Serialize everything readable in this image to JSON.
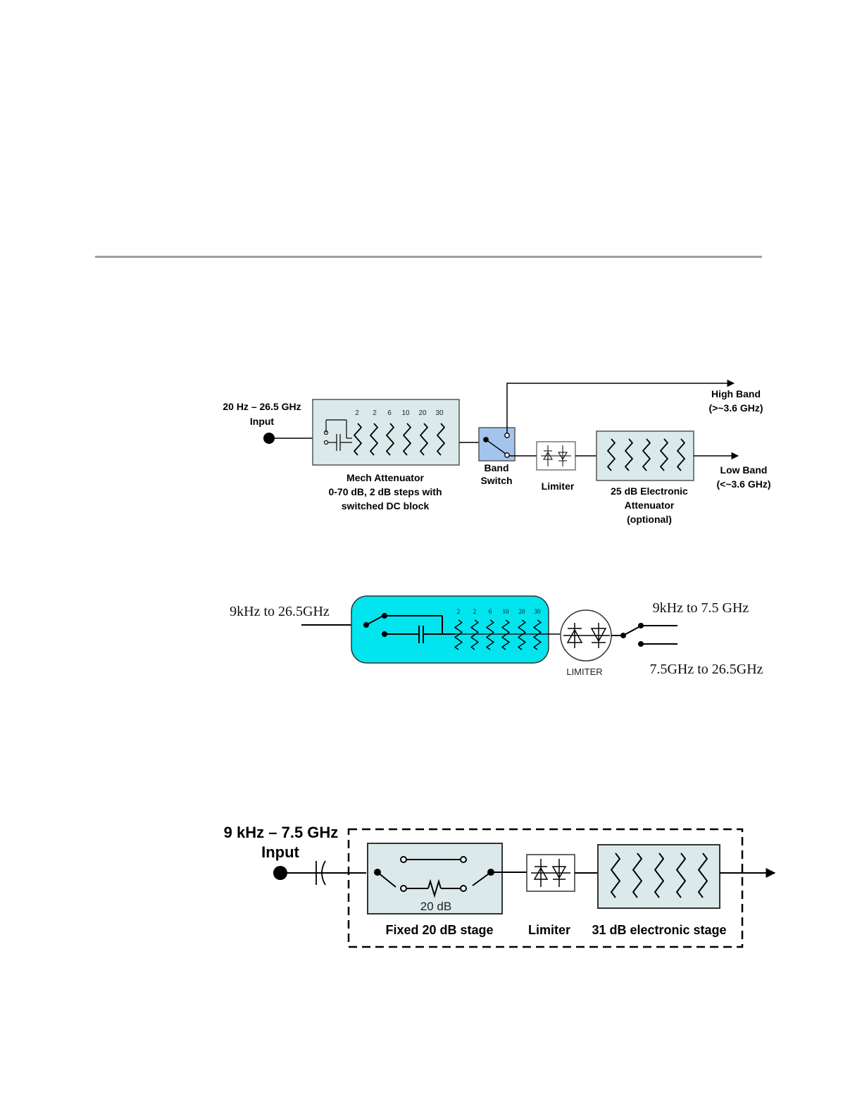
{
  "diagram1": {
    "input_label_line1": "20 Hz – 26.5 GHz",
    "input_label_line2": "Input",
    "attenuator_steps": [
      "2",
      "2",
      "6",
      "10",
      "20",
      "30"
    ],
    "mech_attenuator_line1": "Mech Attenuator",
    "mech_attenuator_line2": "0-70 dB, 2 dB steps with",
    "mech_attenuator_line3": "switched DC block",
    "band_switch_line1": "Band",
    "band_switch_line2": "Switch",
    "limiter": "Limiter",
    "electronic_line1": "25 dB Electronic",
    "electronic_line2": "Attenuator",
    "electronic_line3": "(optional)",
    "high_band_line1": "High Band",
    "high_band_line2": "(>~3.6 GHz)",
    "low_band_line1": "Low Band",
    "low_band_line2": "(<~3.6 GHz)",
    "colors": {
      "box_fill": "#dce9ea",
      "switch_fill": "#a3c4ec"
    }
  },
  "diagram2": {
    "input_label": "9kHz to 26.5GHz",
    "attenuator_steps": [
      "2",
      "2",
      "6",
      "10",
      "20",
      "30"
    ],
    "limiter": "LIMITER",
    "output_low": "9kHz to 7.5 GHz",
    "output_high": "7.5GHz to 26.5GHz",
    "colors": {
      "box_fill": "#00e5ee"
    }
  },
  "diagram3": {
    "input_label_line1": "9 kHz – 7.5 GHz",
    "input_label_line2": "Input",
    "fixed_value": "20 dB",
    "fixed_stage": "Fixed 20 dB stage",
    "limiter": "Limiter",
    "electronic_stage": "31 dB electronic stage",
    "colors": {
      "box_fill": "#dce9ea"
    }
  }
}
